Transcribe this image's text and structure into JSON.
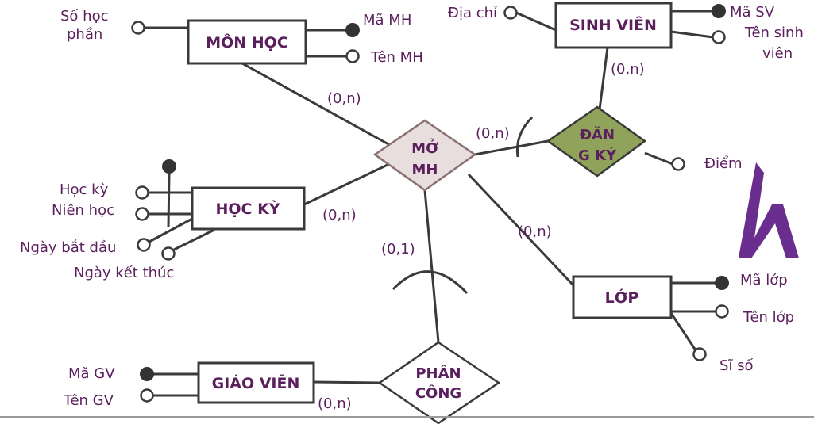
{
  "entities": {
    "mon_hoc": "MÔN HỌC",
    "sinh_vien": "SINH VIÊN",
    "hoc_ky": "HỌC KỲ",
    "lop": "LỚP",
    "giao_vien": "GIÁO VIÊN"
  },
  "relationships": {
    "mo_mh": [
      "MỞ",
      "MH"
    ],
    "dang_ky": [
      "ĐĂN",
      "G KÝ"
    ],
    "phan_cong": [
      "PHÂN",
      "CÔNG"
    ]
  },
  "attributes": {
    "so_hoc_phan": [
      "Số học",
      "phần"
    ],
    "ma_mh": "Mã MH",
    "ten_mh": "Tên MH",
    "dia_chi": "Địa chỉ",
    "ma_sv": "Mã SV",
    "ten_sinh_vien": [
      "Tên sinh",
      "viên"
    ],
    "diem": "Điểm",
    "hoc_ky": "Học kỳ",
    "nien_hoc": "Niên học",
    "ngay_bat_dau": "Ngày bắt đầu",
    "ngay_ket_thuc": "Ngày kết thúc",
    "ma_lop": "Mã lớp",
    "ten_lop": "Tên lớp",
    "si_so": "Sĩ số",
    "ma_gv": "Mã GV",
    "ten_gv": "Tên GV"
  },
  "cardinalities": {
    "mon_hoc_mo": "(0,n)",
    "dang_ky_mo": "(0,n)",
    "sinh_vien_dang_ky": "(0,n)",
    "hoc_ky_mo": "(0,n)",
    "lop_mo": "(0,n)",
    "phan_cong_mo": "(0,1)",
    "giao_vien_phan_cong": "(0,n)"
  },
  "colors": {
    "text": "#5b1f5e",
    "mo_mh_fill": "#e8dede",
    "dang_ky_fill": "#8fa35a",
    "logo": "#6a2e8e",
    "line": "#3a3a3a"
  },
  "logo_icon": "h-letter-logo-icon"
}
